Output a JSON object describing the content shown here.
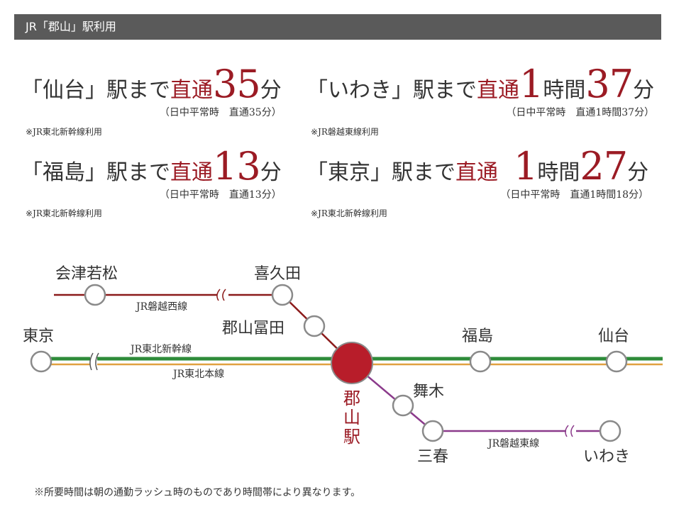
{
  "header": {
    "title": "JR「郡山」駅利用"
  },
  "destinations": [
    {
      "prefix": "「仙台」駅まで",
      "direct": "直通",
      "num1": "35",
      "unit1": "分",
      "sub": "（日中平常時　直通35分）",
      "note": "※JR東北新幹線利用"
    },
    {
      "prefix": "「いわき」駅まで",
      "direct": "直通",
      "num0": "1",
      "unit0": "時間",
      "num1": "37",
      "unit1": "分",
      "sub": "（日中平常時　直通1時間37分）",
      "note": "※JR磐越東線利用"
    },
    {
      "prefix": "「福島」駅まで",
      "direct": "直通",
      "num1": "13",
      "unit1": "分",
      "sub": "（日中平常時　直通13分）",
      "note": "※JR東北新幹線利用"
    },
    {
      "prefix": "「東京」駅まで",
      "direct": "直通",
      "num0": "1",
      "unit0": "時間",
      "num1": "27",
      "unit1": "分",
      "sub": "（日中平常時　直通1時間18分）",
      "note": "※JR東北新幹線利用"
    }
  ],
  "map": {
    "stations": {
      "aizu": "会津若松",
      "kitakata": "喜久田",
      "koriyama_tomita": "郡山冨田",
      "tokyo": "東京",
      "fukushima": "福島",
      "sendai": "仙台",
      "maiki": "舞木",
      "miharu": "三春",
      "iwaki": "いわき",
      "koriyama": [
        "郡",
        "山",
        "駅"
      ]
    },
    "lines": {
      "banetsu_west": "JR磐越西線",
      "shinkansen": "JR東北新幹線",
      "honsen": "JR東北本線",
      "banetsu_east": "JR磐越東線"
    },
    "colors": {
      "banetsu_west": "#8b1a1a",
      "shinkansen": "#2e8b3a",
      "honsen": "#e0a040",
      "banetsu_east": "#8b3a8b",
      "hub": "#b81d2a"
    }
  },
  "footer": {
    "note": "※所要時間は朝の通勤ラッシュ時のものであり時間帯により異なります。"
  }
}
